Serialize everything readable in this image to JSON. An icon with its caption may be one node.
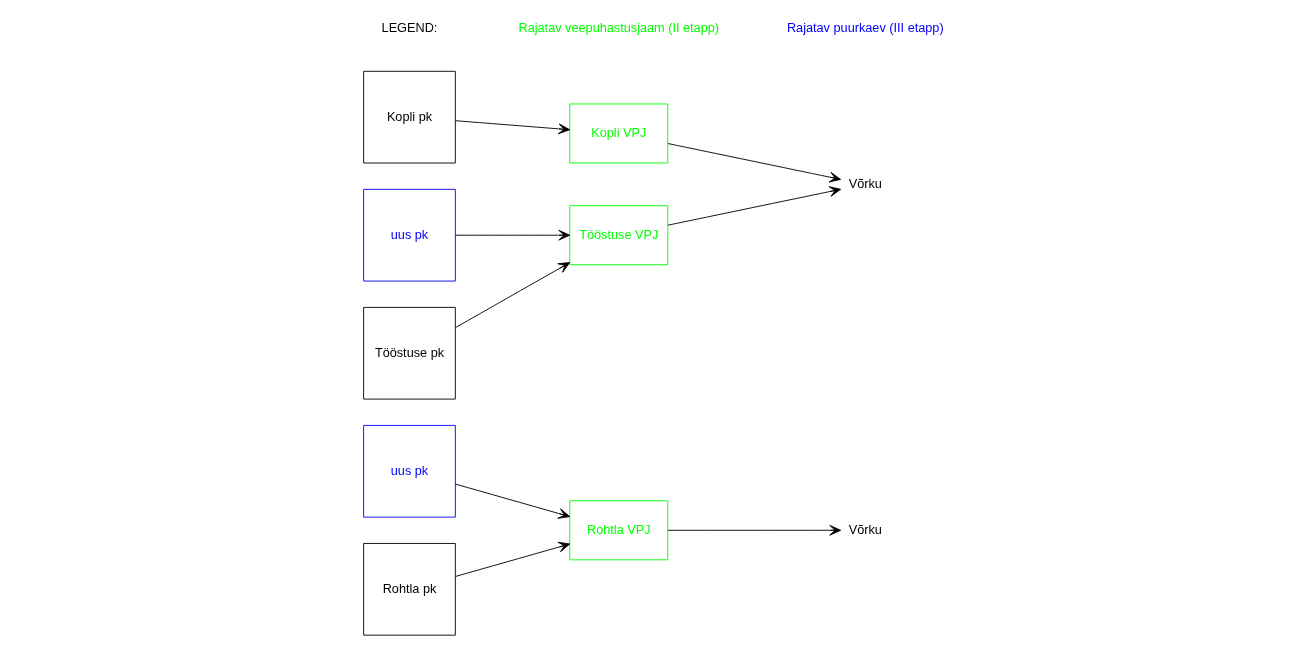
{
  "diagram": {
    "nodes": [
      {
        "text": [
          "Rohtla VPJ"
        ]
      },
      {
        "text": [
          "Võrku"
        ]
      },
      {
        "text": [
          "uus pk"
        ]
      },
      {
        "text": [
          "Rohtla pk"
        ]
      },
      {
        "text": [
          "Tööstuse VPJ"
        ]
      },
      {
        "text": [
          "Võrku"
        ]
      },
      {
        "text": [
          "Kopli VPJ"
        ]
      },
      {
        "text": [
          "uus pk"
        ]
      },
      {
        "text": [
          "Tööstuse pk"
        ]
      },
      {
        "text": [
          "Kopli pk"
        ]
      }
    ],
    "edges": [
      {
        "from": 2,
        "to": 0,
        "arrow": "to"
      },
      {
        "from": 3,
        "to": 0,
        "arrow": "to"
      },
      {
        "from": 0,
        "to": 1,
        "arrow": "to"
      },
      {
        "from": 7,
        "to": 4,
        "arrow": "to"
      },
      {
        "from": 8,
        "to": 4,
        "arrow": "to"
      },
      {
        "from": 4,
        "to": 5,
        "arrow": "to"
      },
      {
        "from": 6,
        "to": 5,
        "arrow": "to"
      },
      {
        "from": 9,
        "to": 6,
        "arrow": "to"
      }
    ],
    "labels": [
      "LEGEND:"
    ],
    "legend": [
      {
        "text": "Rajatav veepuhastusjaam (II etapp)",
        "color": "#00ff00"
      },
      {
        "text": "Rajatav puurkaev (III etapp)",
        "color": "#0000ff"
      }
    ]
  }
}
